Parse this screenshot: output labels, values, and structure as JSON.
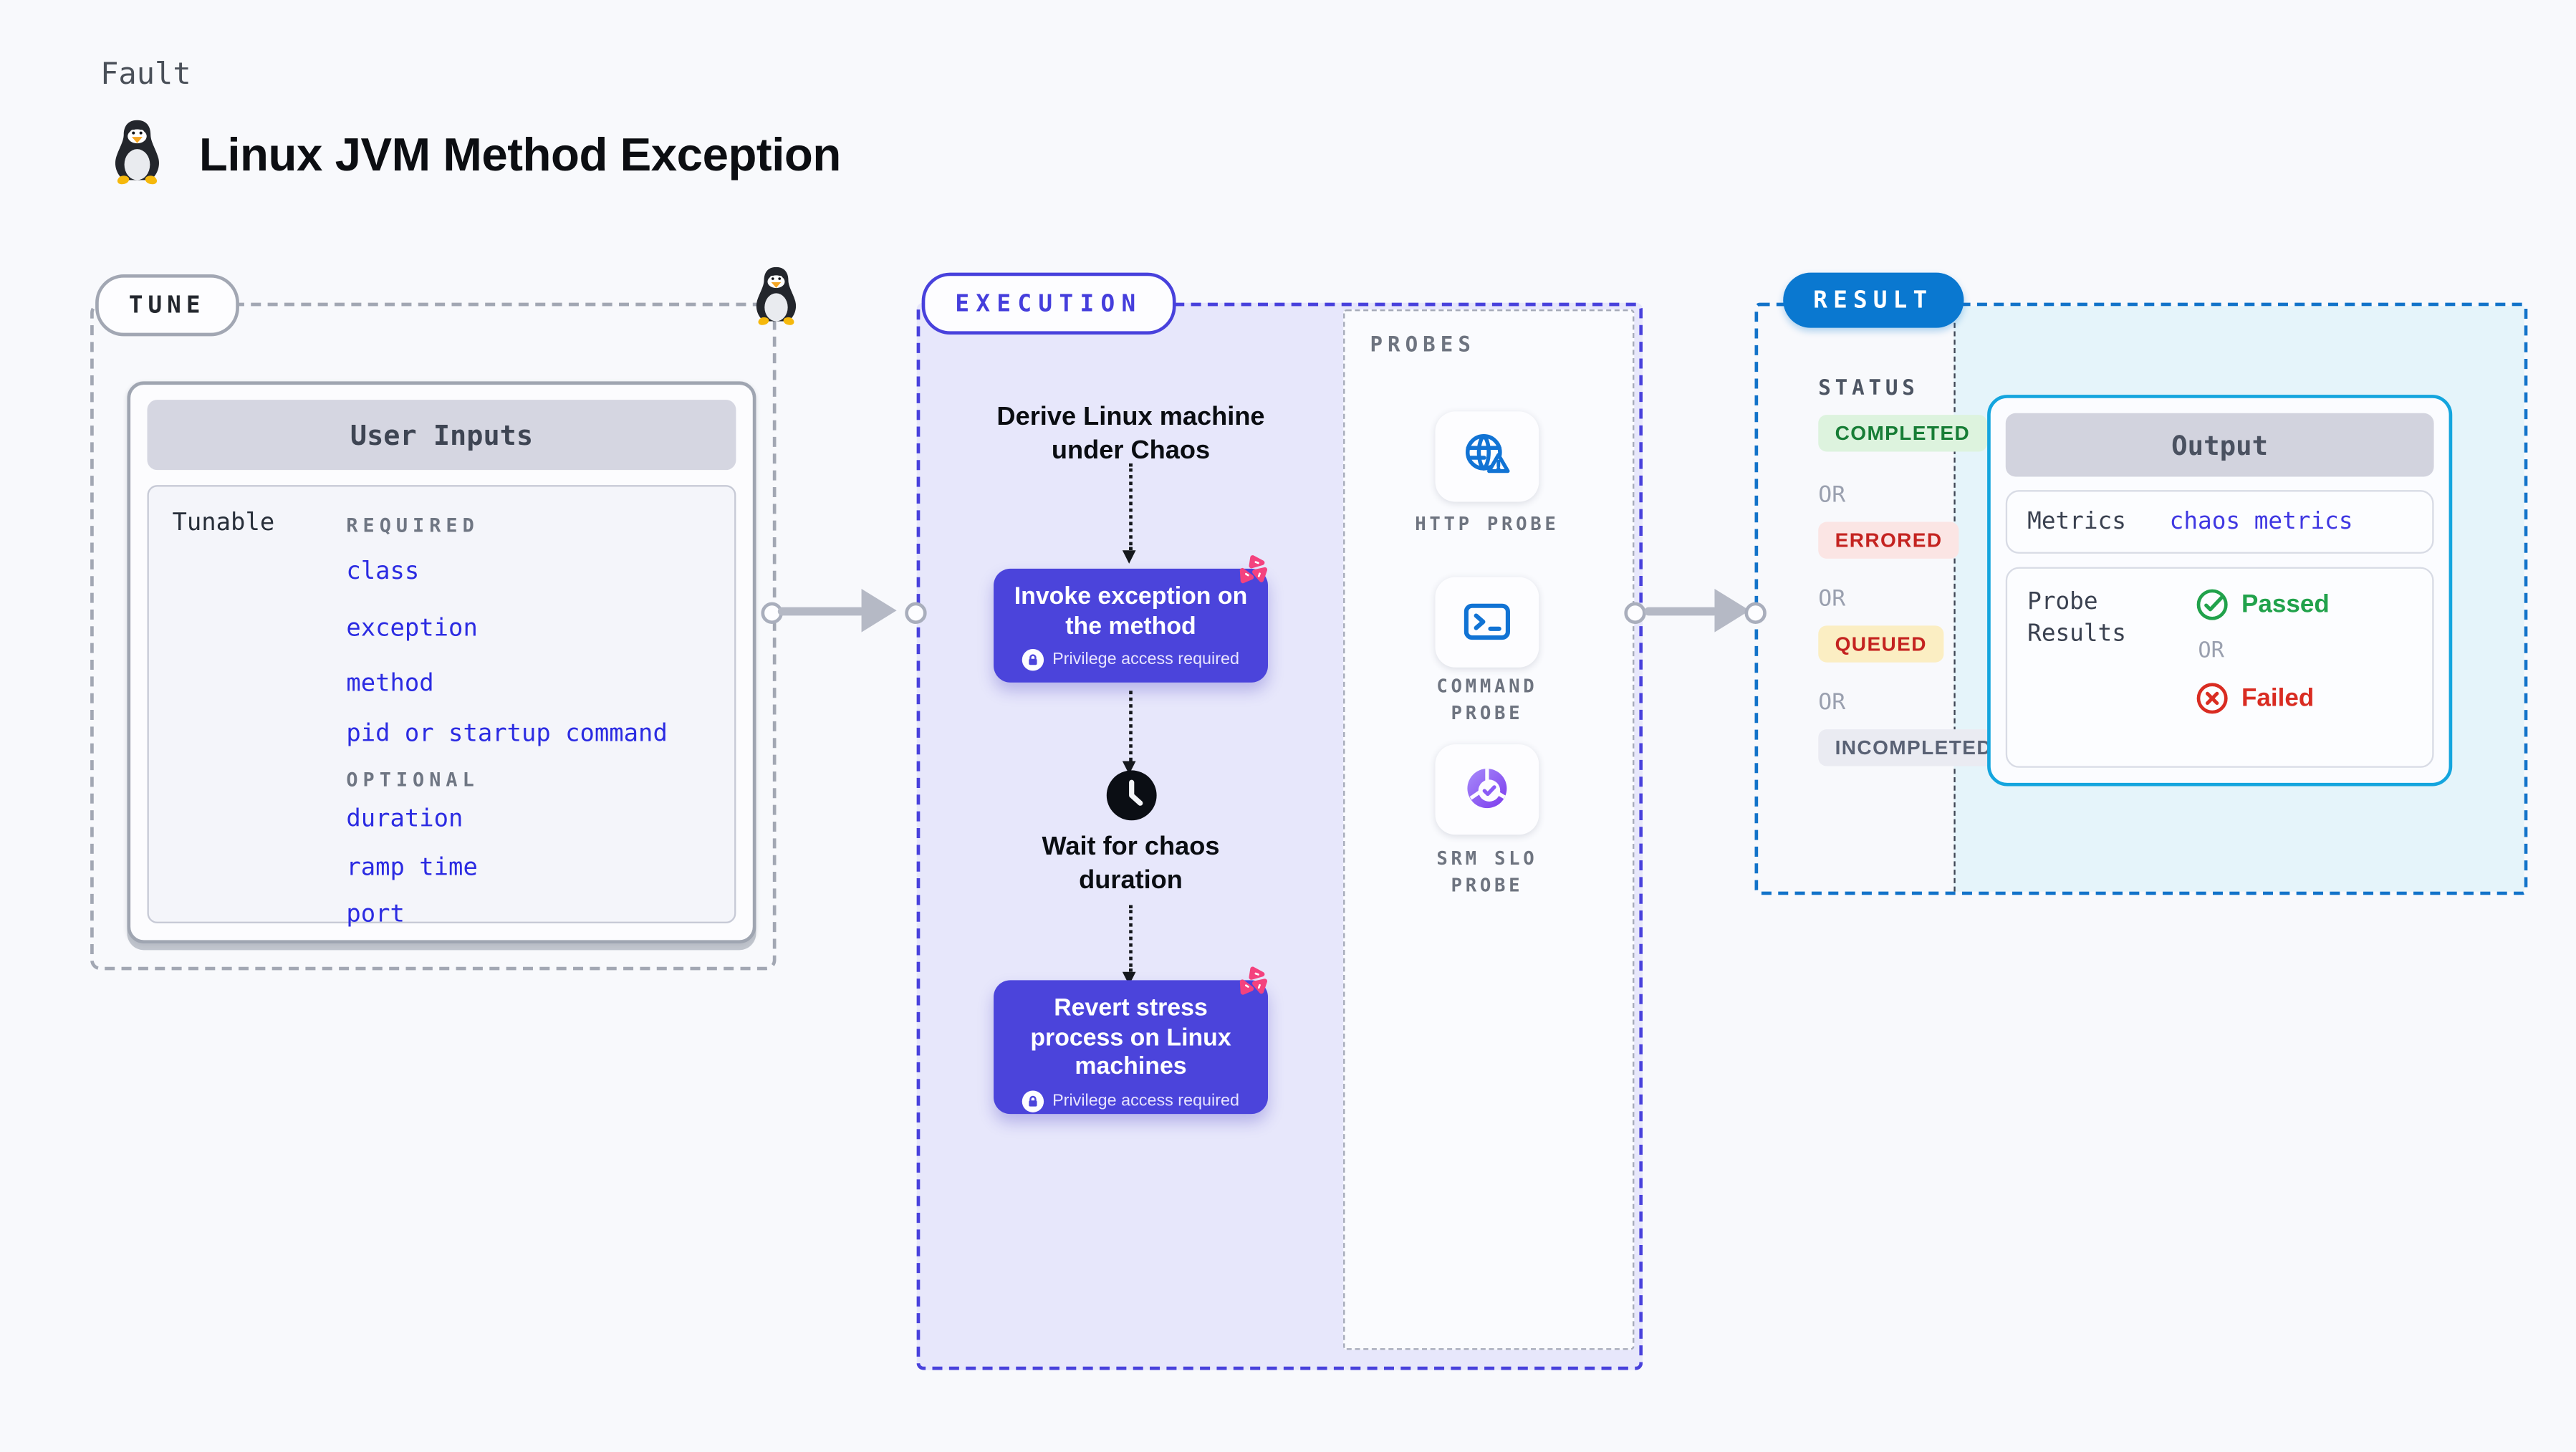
{
  "colors": {
    "page_bg": "#F8F9FC",
    "tune_border": "#A2A7B3",
    "execution_accent": "#4841DC",
    "execution_bg": "#E7E7FB",
    "action_card_bg": "#4B44DB",
    "result_dash": "#1273C9",
    "result_pill_bg": "#0A78D0",
    "result_panel_bg": "#E5F4FA",
    "output_border": "#14A5DE",
    "link_blue": "#2B2BE2",
    "chaos_pink": "#F4427E",
    "probe_icon_blue": "#1173D4",
    "slo_icon_purple": "#7C3AED",
    "passed_green": "#21A24B",
    "failed_red": "#D92C22"
  },
  "header": {
    "eyebrow": "Fault",
    "title": "Linux JVM Method Exception",
    "icon": "tux-penguin-icon"
  },
  "tune": {
    "pill": "TUNE",
    "card_title": "User Inputs",
    "row_label": "Tunable",
    "required_label": "REQUIRED",
    "required_items": [
      "class",
      "exception",
      "method",
      "pid or startup command"
    ],
    "optional_label": "OPTIONAL",
    "optional_items": [
      "duration",
      "ramp time",
      "port"
    ]
  },
  "execution": {
    "pill": "EXECUTION",
    "derive_step": "Derive Linux machine under Chaos",
    "invoke_action": "Invoke exception on the method",
    "privilege_note": "Privilege access required",
    "wait_step": "Wait for chaos duration",
    "revert_action": "Revert stress process on Linux machines"
  },
  "probes": {
    "label": "PROBES",
    "items": [
      {
        "name": "HTTP PROBE",
        "icon": "globe-alert-icon"
      },
      {
        "name": "COMMAND PROBE",
        "icon": "terminal-icon"
      },
      {
        "name": "SRM SLO PROBE",
        "icon": "slo-donut-icon"
      }
    ]
  },
  "result": {
    "pill": "RESULT",
    "status_label": "STATUS",
    "or_label": "OR",
    "statuses": [
      {
        "label": "COMPLETED",
        "bg": "#DDF3DE",
        "color": "#177D36"
      },
      {
        "label": "ERRORED",
        "bg": "#FBE5E4",
        "color": "#C42320"
      },
      {
        "label": "QUEUED",
        "bg": "#FBEEC3",
        "color": "#C42320"
      },
      {
        "label": "INCOMPLETED",
        "bg": "#EAEBF2",
        "color": "#596174"
      }
    ],
    "output": {
      "title": "Output",
      "metrics_label": "Metrics",
      "metrics_value": "chaos metrics",
      "probe_results_label": "Probe Results",
      "passed_label": "Passed",
      "failed_label": "Failed"
    }
  }
}
